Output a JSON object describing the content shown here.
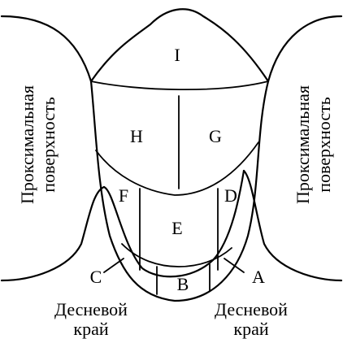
{
  "zones": {
    "I": "I",
    "H": "H",
    "G": "G",
    "F": "F",
    "D": "D",
    "E": "E",
    "C": "C",
    "B": "B",
    "A": "A"
  },
  "left_surface": {
    "line1": "Проксимальная",
    "line2": "поверхность"
  },
  "right_surface": {
    "line1": "Проксимальная",
    "line2": "поверхность"
  },
  "left_margin": {
    "line1": "Десневой",
    "line2": "край"
  },
  "right_margin": {
    "line1": "Десневой",
    "line2": "край"
  }
}
